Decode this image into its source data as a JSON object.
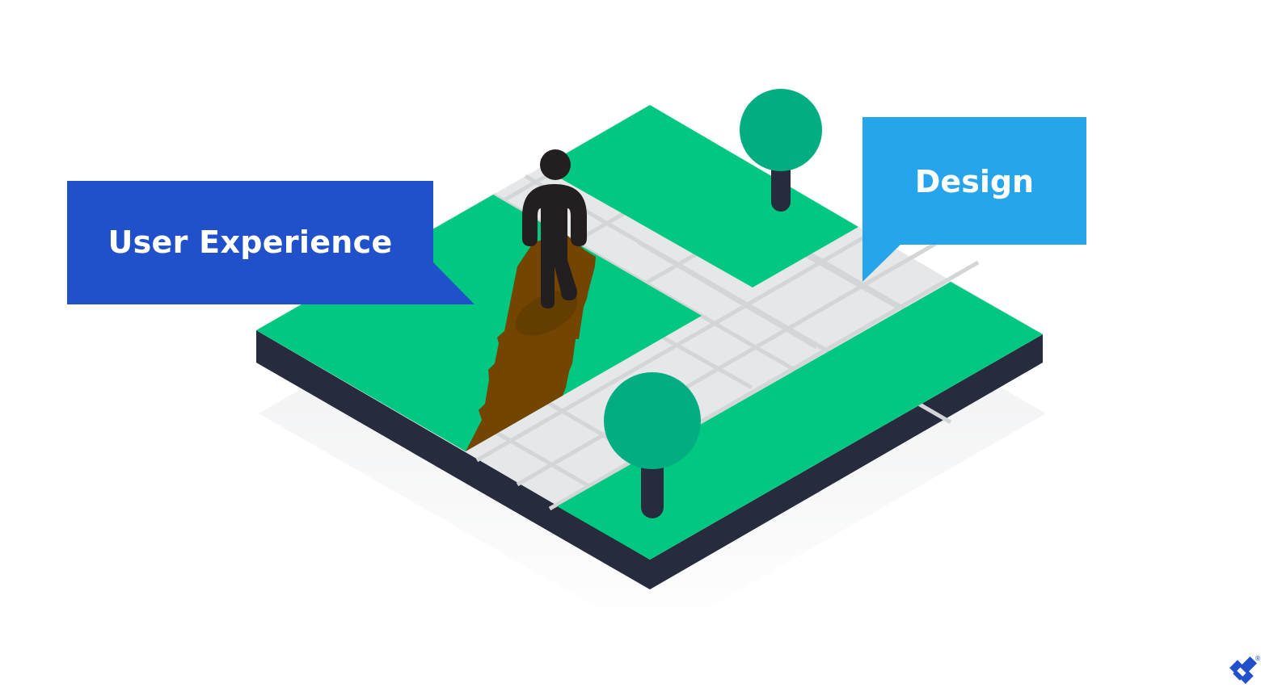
{
  "illustration": {
    "callouts": [
      {
        "id": "user-experience",
        "label": "User Experience",
        "color": "#2150CB"
      },
      {
        "id": "design",
        "label": "Design",
        "color": "#26A5EC"
      }
    ],
    "elements": {
      "platform": "isometric grass block with paved road grid",
      "person": "stick figure standing on dirt shortcut path",
      "trees": 2,
      "path": "worn dirt desire path cutting across grass"
    },
    "colors": {
      "grass": "#00C880",
      "road": "#E6E7E9",
      "road_lines": "#D4D5D8",
      "block_side": "#262C3D",
      "tree_crown": "#02AD81",
      "tree_trunk": "#262C3D",
      "person": "#231F20",
      "dirt": "#734500",
      "dirt_shadow": "#633C00",
      "shadow": "#EDEEF0",
      "logo": "#2150CB"
    },
    "logo": {
      "name": "toptal-logo",
      "mark": "®"
    }
  }
}
